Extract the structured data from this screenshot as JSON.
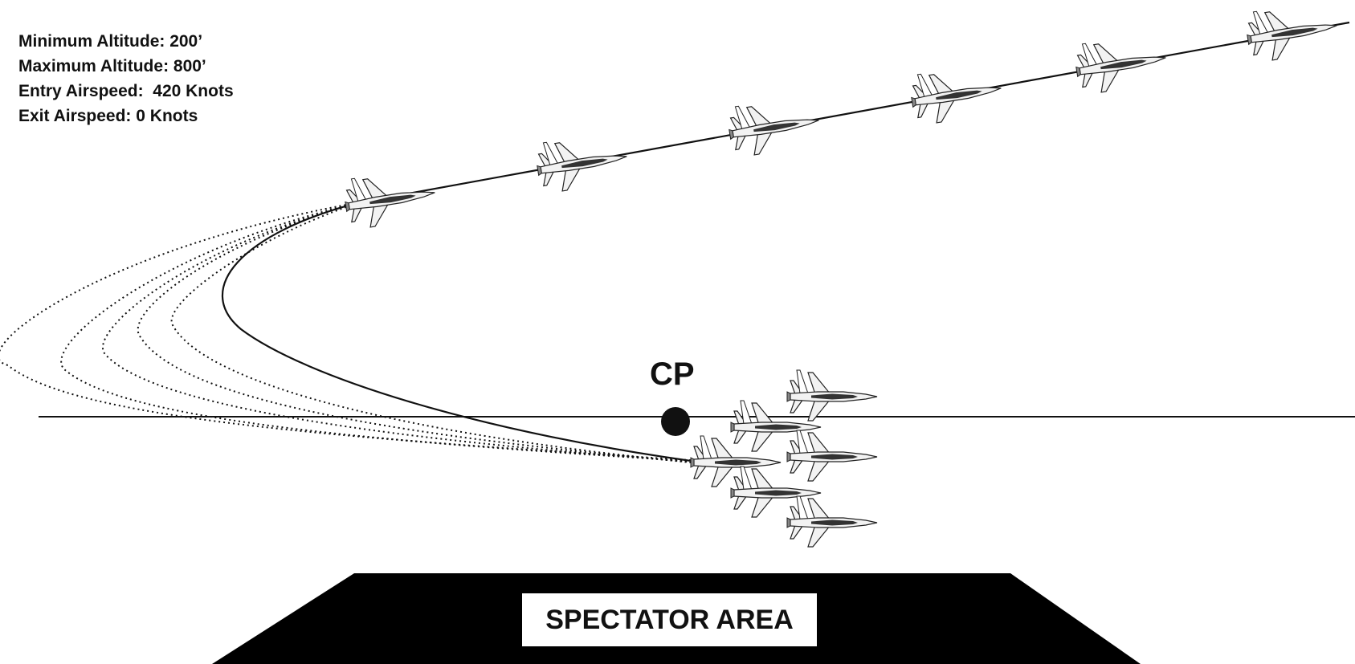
{
  "stats": {
    "min_altitude": "Minimum Altitude: 200’",
    "max_altitude": "Maximum Altitude: 800’",
    "entry_airspeed": "Entry Airspeed:  420 Knots",
    "exit_airspeed": "Exit Airspeed: 0 Knots"
  },
  "labels": {
    "center_point": "CP",
    "spectator_area": "SPECTATOR AREA"
  },
  "colors": {
    "ink": "#111111",
    "background": "#ffffff",
    "jet_fill": "#f2f2f2",
    "jet_accent": "#333333"
  },
  "icons": {
    "jet": "fa18-hornet-jet-icon"
  }
}
